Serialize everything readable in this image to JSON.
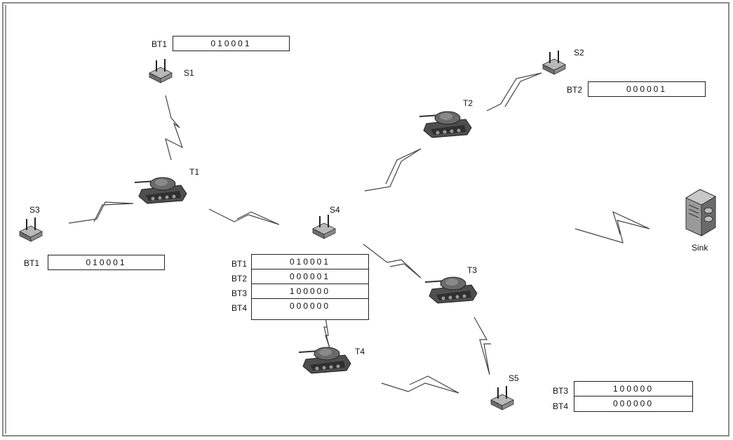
{
  "nodes": {
    "S1": "S1",
    "S2": "S2",
    "S3": "S3",
    "S4": "S4",
    "S5": "S5",
    "T1": "T1",
    "T2": "T2",
    "T3": "T3",
    "T4": "T4",
    "sink": "Sink"
  },
  "tables": {
    "s1": [
      {
        "key": "BT1",
        "value": "010001"
      }
    ],
    "s2": [
      {
        "key": "BT2",
        "value": "000001"
      }
    ],
    "s3": [
      {
        "key": "BT1",
        "value": "010001"
      }
    ],
    "s4": [
      {
        "key": "BT1",
        "value": "010001"
      },
      {
        "key": "BT2",
        "value": "000001"
      },
      {
        "key": "BT3",
        "value": "100000"
      },
      {
        "key": "BT4",
        "value": "000000"
      }
    ],
    "s5": [
      {
        "key": "BT3",
        "value": "100000"
      },
      {
        "key": "BT4",
        "value": "000000"
      }
    ]
  },
  "colors": {
    "tank": "#5c5c5c",
    "router": "#8a8a8a",
    "link": "#444444",
    "server": "#7a7a7a"
  },
  "icons": {
    "sensor": "router-icon",
    "target": "tank-icon",
    "sink": "server-icon"
  }
}
